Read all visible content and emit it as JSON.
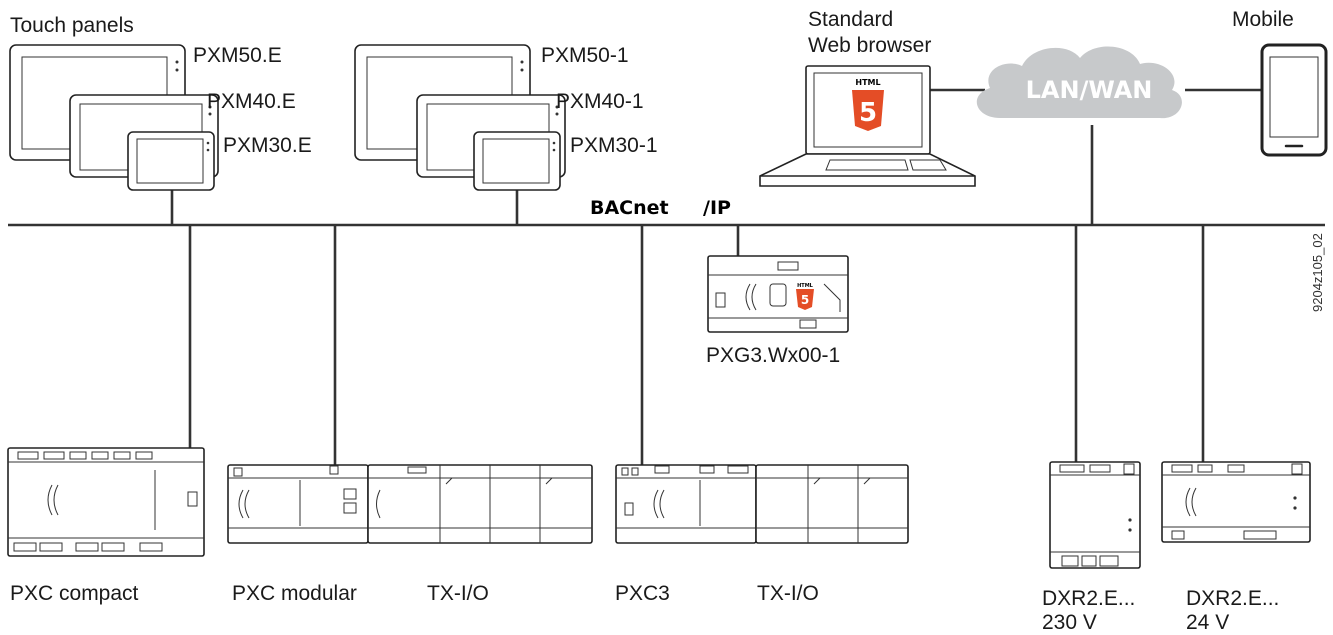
{
  "touch_panels": {
    "group_label": "Touch panels",
    "e_series": [
      "PXM50.E",
      "PXM40.E",
      "PXM30.E"
    ],
    "series_1": [
      "PXM50-1",
      "PXM40-1",
      "PXM30-1"
    ]
  },
  "browser": {
    "label_line1": "Standard",
    "label_line2": "Web browser",
    "badge": "HTML",
    "badge_number": "5"
  },
  "mobile": {
    "label": "Mobile"
  },
  "network": {
    "cloud_label": "LAN/WAN",
    "bus_label_a": "BACnet",
    "bus_label_b": "/IP"
  },
  "gateway": {
    "label": "PXG3.Wx00-1",
    "badge": "HTML",
    "badge_number": "5"
  },
  "figure_id": "9204z105_02",
  "controllers": [
    {
      "label": "PXC compact"
    },
    {
      "label": "PXC modular"
    },
    {
      "label": "TX-I/O"
    },
    {
      "label": "PXC3"
    },
    {
      "label": "TX-I/O"
    },
    {
      "label": "DXR2.E...",
      "sub": "230 V"
    },
    {
      "label": "DXR2.E...",
      "sub": "24 V"
    }
  ],
  "colors": {
    "html5": "#e44d26",
    "cloud": "#c7c9cb",
    "line": "#333333"
  }
}
